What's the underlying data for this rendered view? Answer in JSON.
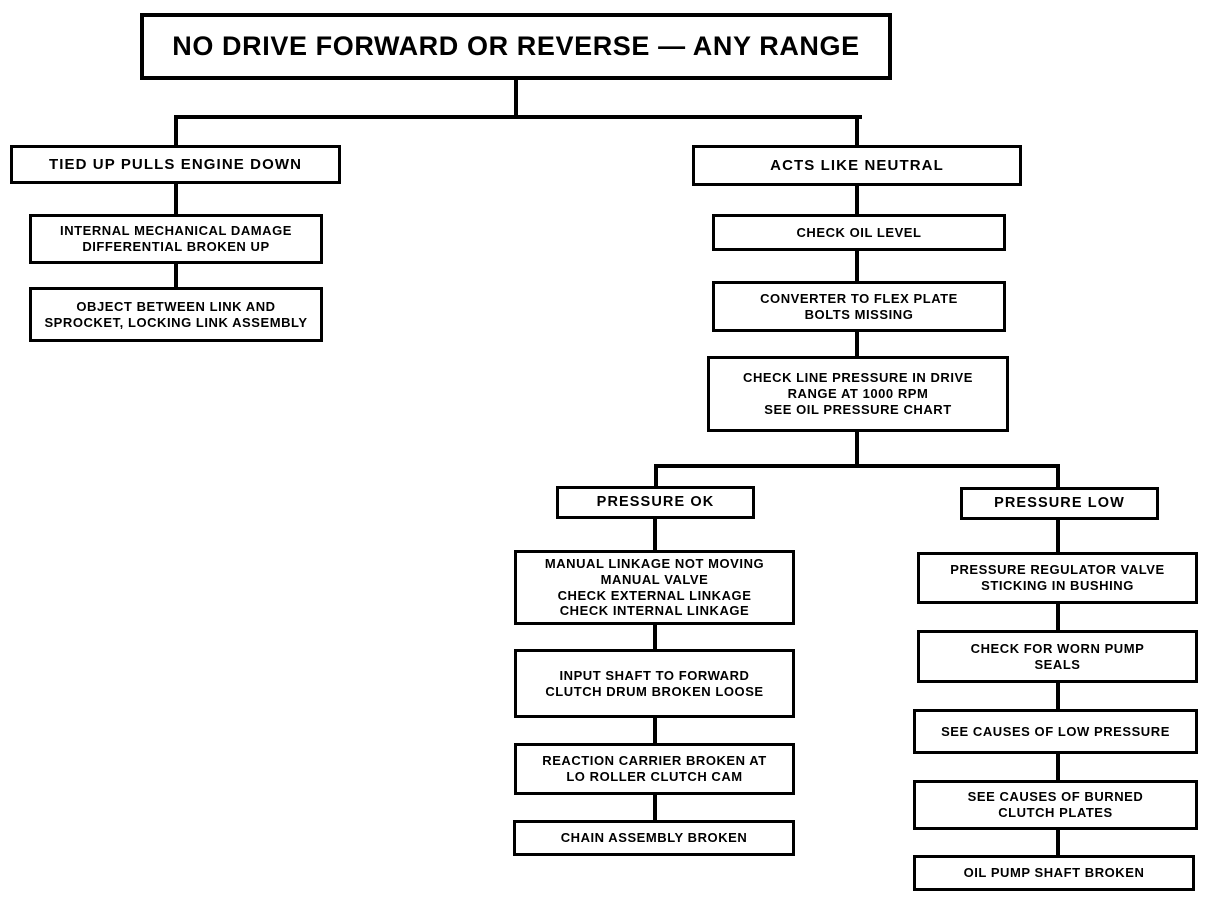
{
  "diagram": {
    "kind": "troubleshooting-flowchart",
    "title": "NO DRIVE FORWARD OR REVERSE — ANY RANGE",
    "line_color": "#000000",
    "box_fill": "#ffffff",
    "text_color": "#000000"
  },
  "nodes": {
    "root": "NO DRIVE FORWARD OR REVERSE — ANY RANGE",
    "tied_up": "TIED UP PULLS ENGINE DOWN",
    "tied_up_1": "INTERNAL MECHANICAL DAMAGE\nDIFFERENTIAL BROKEN UP",
    "tied_up_2": "OBJECT BETWEEN LINK AND\nSPROCKET, LOCKING LINK ASSEMBLY",
    "neutral": "ACTS LIKE NEUTRAL",
    "neutral_1": "CHECK OIL LEVEL",
    "neutral_2": "CONVERTER TO FLEX PLATE\nBOLTS MISSING",
    "neutral_3": "CHECK LINE PRESSURE IN DRIVE\nRANGE AT 1000 RPM\nSEE OIL PRESSURE CHART",
    "pressure_ok": "PRESSURE OK",
    "ok_1": "MANUAL LINKAGE NOT MOVING\nMANUAL VALVE\nCHECK EXTERNAL LINKAGE\nCHECK INTERNAL LINKAGE",
    "ok_2": "INPUT SHAFT TO FORWARD\nCLUTCH DRUM BROKEN LOOSE",
    "ok_3": "REACTION CARRIER BROKEN AT\nLO ROLLER CLUTCH CAM",
    "ok_4": "CHAIN ASSEMBLY BROKEN",
    "pressure_low": "PRESSURE LOW",
    "low_1": "PRESSURE REGULATOR VALVE\nSTICKING IN BUSHING",
    "low_2": "CHECK FOR WORN PUMP\nSEALS",
    "low_3": "SEE CAUSES OF LOW PRESSURE",
    "low_4": "SEE CAUSES OF BURNED\nCLUTCH PLATES",
    "low_5": "OIL PUMP SHAFT BROKEN"
  }
}
